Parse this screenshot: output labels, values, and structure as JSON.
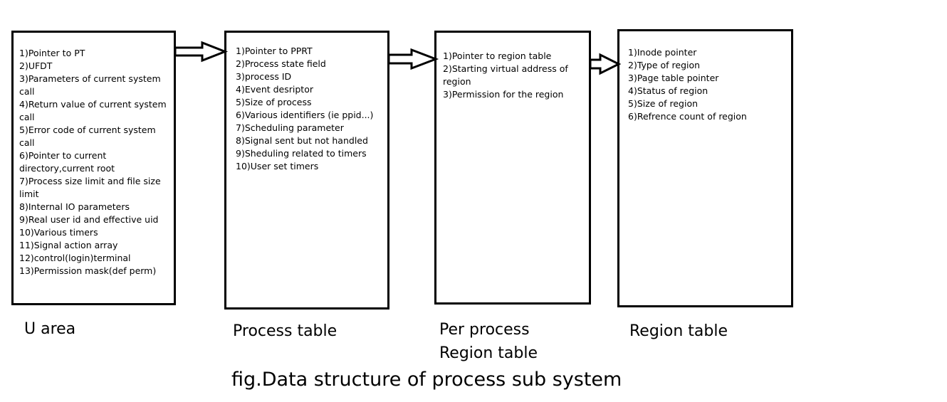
{
  "boxes": {
    "u_area": {
      "items": [
        "1)Pointer to PT",
        "2)UFDT",
        "3)Parameters of current system call",
        "4)Return value of current system call",
        "5)Error code of current system call",
        "6)Pointer to current directory,current root",
        "7)Process size limit and file size limit",
        "8)Internal IO parameters",
        "9)Real user id and effective uid",
        "10)Various timers",
        "11)Signal action array",
        "12)control(login)terminal",
        "13)Permission mask(def perm)"
      ],
      "caption": "U area"
    },
    "process_table": {
      "items": [
        "1)Pointer to PPRT",
        "2)Process state field",
        "3)process ID",
        "4)Event desriptor",
        "5)Size of process",
        "6)Various identifiers (ie ppid...)",
        "7)Scheduling parameter",
        "8)Signal sent but not handled",
        "9)Sheduling related to timers",
        "10)User set timers"
      ],
      "caption": "Process table"
    },
    "per_process_region_table": {
      "items": [
        "1)Pointer to region table",
        "2)Starting virtual address of region",
        "3)Permission for the region"
      ],
      "caption": "Per process Region table"
    },
    "region_table": {
      "items": [
        "1)Inode pointer",
        "2)Type of region",
        "3)Page table pointer",
        "4)Status of region",
        "5)Size of region",
        "6)Refrence count of region"
      ],
      "caption": "Region table"
    }
  },
  "figure_caption": "fig.Data structure of process sub system"
}
